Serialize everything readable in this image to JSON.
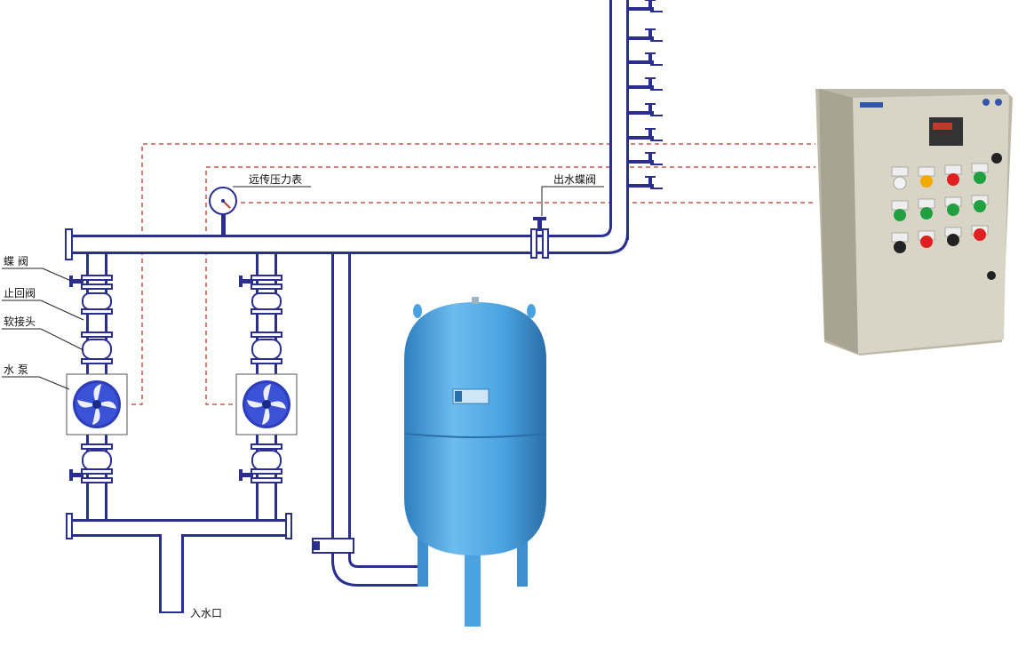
{
  "labels": {
    "butterfly_valve": "蝶 阀",
    "check_valve": "止回阀",
    "soft_joint": "软接头",
    "pump": "水 泵",
    "pressure_gauge": "远传压力表",
    "outlet_valve": "出水蝶阀",
    "inlet": "入水口"
  },
  "colors": {
    "pipe": "#2a2f8f",
    "signal_line": "#c0392b",
    "tank": "#4aa3e0",
    "cabinet": "#d8d4c6",
    "pump_impeller": "#2b3dbb"
  },
  "panel": {
    "lamps": [
      "#f2f2f2",
      "#f2a900",
      "#e02020",
      "#20a040"
    ],
    "buttons_row2": [
      "#20a040",
      "#20a040",
      "#20a040",
      "#20a040"
    ],
    "buttons_row3": [
      "#222222",
      "#e02020",
      "#222222",
      "#e02020"
    ]
  }
}
